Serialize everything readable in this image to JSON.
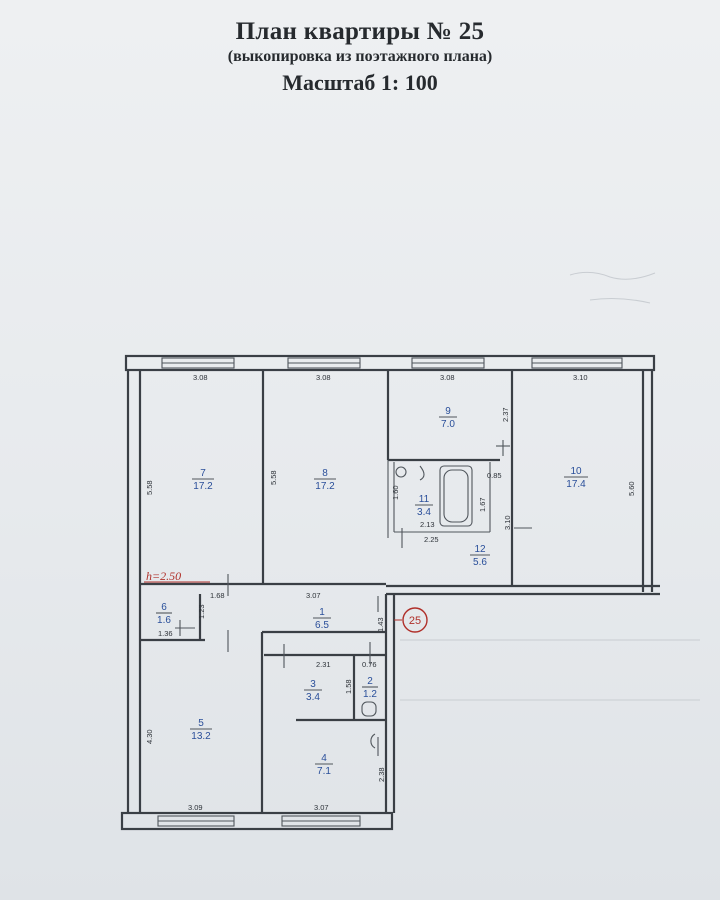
{
  "header": {
    "title": "План квартиры № 25",
    "subtitle": "(выкопировка из поэтажного плана)",
    "scale": "Масштаб 1: 100"
  },
  "plan": {
    "ceiling_height": "h=2.50",
    "apartment_number": "25",
    "rooms": [
      {
        "id": "7",
        "num": "7",
        "area": "17.2"
      },
      {
        "id": "8",
        "num": "8",
        "area": "17.2"
      },
      {
        "id": "9",
        "num": "9",
        "area": "7.0"
      },
      {
        "id": "10",
        "num": "10",
        "area": "17.4"
      },
      {
        "id": "11",
        "num": "11",
        "area": "3.4"
      },
      {
        "id": "12",
        "num": "12",
        "area": "5.6"
      },
      {
        "id": "6",
        "num": "6",
        "area": "1.6"
      },
      {
        "id": "1",
        "num": "1",
        "area": "6.5"
      },
      {
        "id": "2",
        "num": "2",
        "area": "1.2"
      },
      {
        "id": "3",
        "num": "3",
        "area": "3.4"
      },
      {
        "id": "5",
        "num": "5",
        "area": "13.2"
      },
      {
        "id": "4",
        "num": "4",
        "area": "7.1"
      }
    ],
    "dimensions": [
      "3.08",
      "3.08",
      "3.08",
      "3.10",
      "5.58",
      "5.58",
      "2.37",
      "0.85",
      "5.60",
      "1.60",
      "1.67",
      "2.13",
      "2.25",
      "3.10",
      "1.68",
      "3.07",
      "1.23",
      "1.36",
      "1.43",
      "2.31",
      "0.76",
      "1.58",
      "4.30",
      "2.38",
      "3.09",
      "3.07"
    ]
  }
}
